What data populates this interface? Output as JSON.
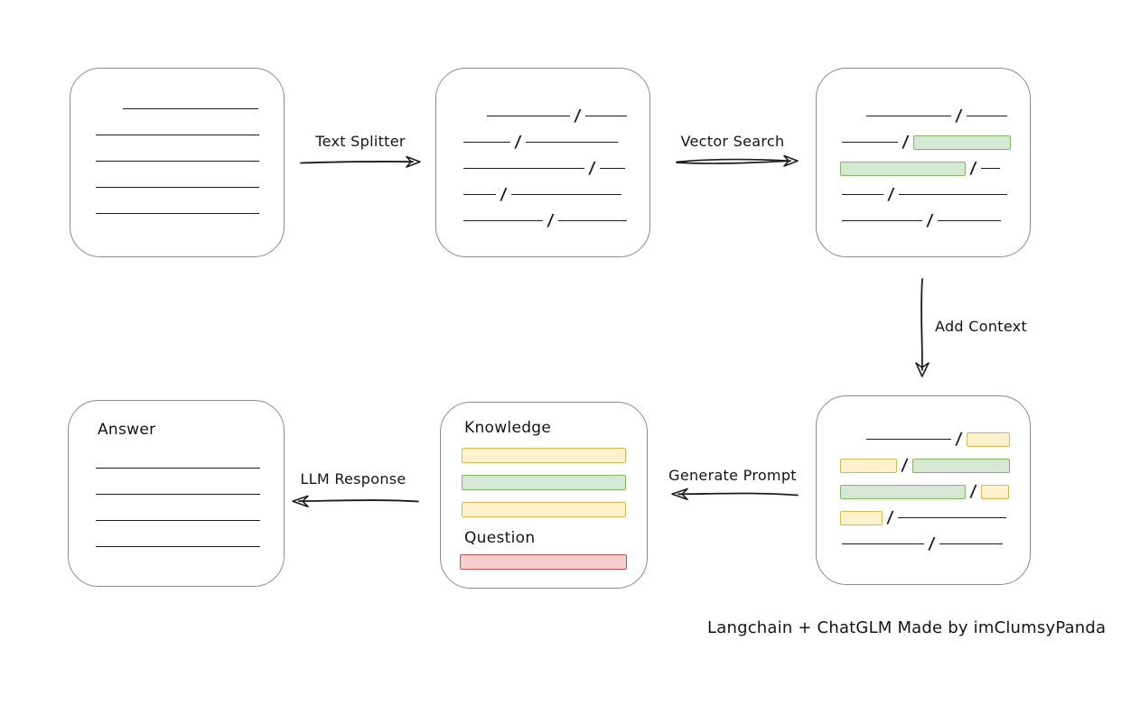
{
  "caption": "Langchain + ChatGLM Made by imClumsyPanda",
  "colors": {
    "ink": "#1c1c1c",
    "box_border": "#8a8a8a",
    "green": {
      "fill": "#d5e8d4",
      "border": "#82b366"
    },
    "yellow": {
      "fill": "#fff2cc",
      "border": "#d6b656"
    },
    "red": {
      "fill": "#f8cecc",
      "border": "#b85450"
    }
  },
  "arrows": {
    "text_splitter": {
      "label": "Text Splitter"
    },
    "vector_search": {
      "label": "Vector Search"
    },
    "add_context": {
      "label": "Add Context"
    },
    "generate_prompt": {
      "label": "Generate Prompt"
    },
    "llm_response": {
      "label": "LLM Response"
    }
  },
  "boxes": {
    "document": {
      "rows": [
        [
          {
            "t": "gap",
            "w": 58
          },
          {
            "t": "line",
            "w": 150
          }
        ],
        [
          {
            "t": "gap",
            "w": 28
          },
          {
            "t": "line",
            "w": 181
          }
        ],
        [
          {
            "t": "gap",
            "w": 28
          },
          {
            "t": "line",
            "w": 181
          }
        ],
        [
          {
            "t": "gap",
            "w": 28
          },
          {
            "t": "line",
            "w": 181
          }
        ],
        [
          {
            "t": "gap",
            "w": 28
          },
          {
            "t": "line",
            "w": 181
          }
        ]
      ]
    },
    "split_text": {
      "rows": [
        [
          {
            "t": "gap",
            "w": 56
          },
          {
            "t": "line",
            "w": 92
          },
          {
            "t": "slash"
          },
          {
            "t": "line",
            "w": 46
          }
        ],
        [
          {
            "t": "gap",
            "w": 30
          },
          {
            "t": "line",
            "w": 52
          },
          {
            "t": "slash"
          },
          {
            "t": "line",
            "w": 102
          }
        ],
        [
          {
            "t": "gap",
            "w": 30
          },
          {
            "t": "line",
            "w": 134
          },
          {
            "t": "slash"
          },
          {
            "t": "line",
            "w": 28
          }
        ],
        [
          {
            "t": "gap",
            "w": 30
          },
          {
            "t": "line",
            "w": 36
          },
          {
            "t": "slash"
          },
          {
            "t": "line",
            "w": 122
          }
        ],
        [
          {
            "t": "gap",
            "w": 30
          },
          {
            "t": "line",
            "w": 88
          },
          {
            "t": "slash"
          },
          {
            "t": "line",
            "w": 76
          }
        ]
      ]
    },
    "vector_matches": {
      "rows": [
        [
          {
            "t": "gap",
            "w": 55
          },
          {
            "t": "line",
            "w": 94
          },
          {
            "t": "slash"
          },
          {
            "t": "line",
            "w": 45
          }
        ],
        [
          {
            "t": "gap",
            "w": 28
          },
          {
            "t": "line",
            "w": 62
          },
          {
            "t": "slash"
          },
          {
            "t": "chip",
            "c": "green",
            "w": 108
          }
        ],
        [
          {
            "t": "gap",
            "w": 26
          },
          {
            "t": "chip",
            "c": "green",
            "w": 139
          },
          {
            "t": "slash"
          },
          {
            "t": "line",
            "w": 21
          }
        ],
        [
          {
            "t": "gap",
            "w": 28
          },
          {
            "t": "line",
            "w": 46
          },
          {
            "t": "slash"
          },
          {
            "t": "line",
            "w": 120
          }
        ],
        [
          {
            "t": "gap",
            "w": 28
          },
          {
            "t": "line",
            "w": 89
          },
          {
            "t": "slash"
          },
          {
            "t": "line",
            "w": 70
          }
        ]
      ]
    },
    "context_fragments": {
      "rows": [
        [
          {
            "t": "gap",
            "w": 55
          },
          {
            "t": "line",
            "w": 94
          },
          {
            "t": "slash"
          },
          {
            "t": "chip",
            "c": "yellow",
            "w": 48
          }
        ],
        [
          {
            "t": "gap",
            "w": 26
          },
          {
            "t": "chip",
            "c": "yellow",
            "w": 63
          },
          {
            "t": "slash"
          },
          {
            "t": "chip",
            "c": "green",
            "w": 108
          }
        ],
        [
          {
            "t": "gap",
            "w": 26
          },
          {
            "t": "chip",
            "c": "green",
            "w": 139
          },
          {
            "t": "slash"
          },
          {
            "t": "chip",
            "c": "yellow",
            "w": 31
          }
        ],
        [
          {
            "t": "gap",
            "w": 26
          },
          {
            "t": "chip",
            "c": "yellow",
            "w": 47
          },
          {
            "t": "slash"
          },
          {
            "t": "line",
            "w": 120
          }
        ],
        [
          {
            "t": "gap",
            "w": 28
          },
          {
            "t": "line",
            "w": 91
          },
          {
            "t": "slash"
          },
          {
            "t": "line",
            "w": 70
          }
        ]
      ]
    },
    "prompt": {
      "knowledge_label": "Knowledge",
      "question_label": "Question",
      "knowledge_bars": [
        {
          "c": "yellow",
          "w": 182
        },
        {
          "c": "green",
          "w": 182
        },
        {
          "c": "yellow",
          "w": 182
        }
      ],
      "question_bars": [
        {
          "c": "red",
          "w": 185
        }
      ]
    },
    "answer": {
      "title": "Answer",
      "rows": [
        [
          {
            "t": "gap",
            "w": 30
          },
          {
            "t": "line",
            "w": 182
          }
        ],
        [
          {
            "t": "gap",
            "w": 30
          },
          {
            "t": "line",
            "w": 182
          }
        ],
        [
          {
            "t": "gap",
            "w": 30
          },
          {
            "t": "line",
            "w": 182
          }
        ],
        [
          {
            "t": "gap",
            "w": 30
          },
          {
            "t": "line",
            "w": 182
          }
        ]
      ]
    }
  }
}
